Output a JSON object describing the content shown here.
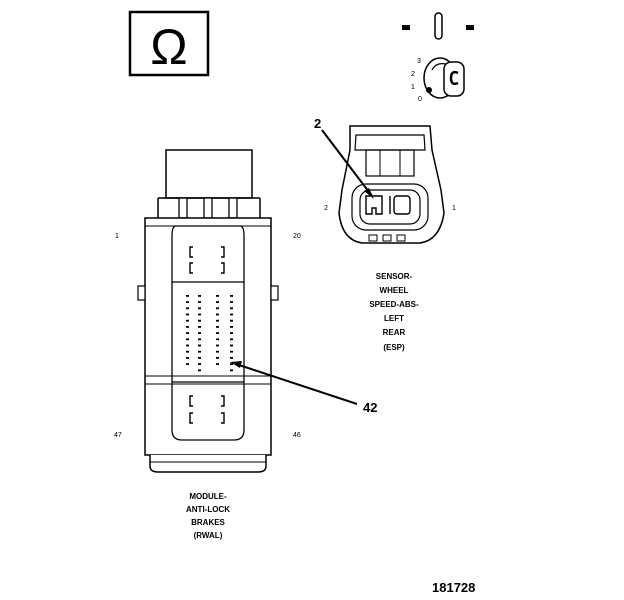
{
  "ohmmeter_symbol": "Ω",
  "ignition_switch": {
    "positions": [
      "3",
      "2",
      "1",
      "0"
    ]
  },
  "sensor_connector": {
    "callout": "2",
    "pin_left": "2",
    "pin_right": "1",
    "caption": [
      "SENSOR-",
      "WHEEL",
      "SPEED-ABS-",
      "LEFT",
      "REAR",
      "(ESP)"
    ]
  },
  "module_connector": {
    "callout": "42",
    "pin_top_left": "1",
    "pin_top_right": "20",
    "pin_bottom_left": "47",
    "pin_bottom_right": "46",
    "caption": [
      "MODULE-",
      "ANTI-LOCK",
      "BRAKES",
      "(RWAL)"
    ]
  },
  "figure_number": "181728"
}
